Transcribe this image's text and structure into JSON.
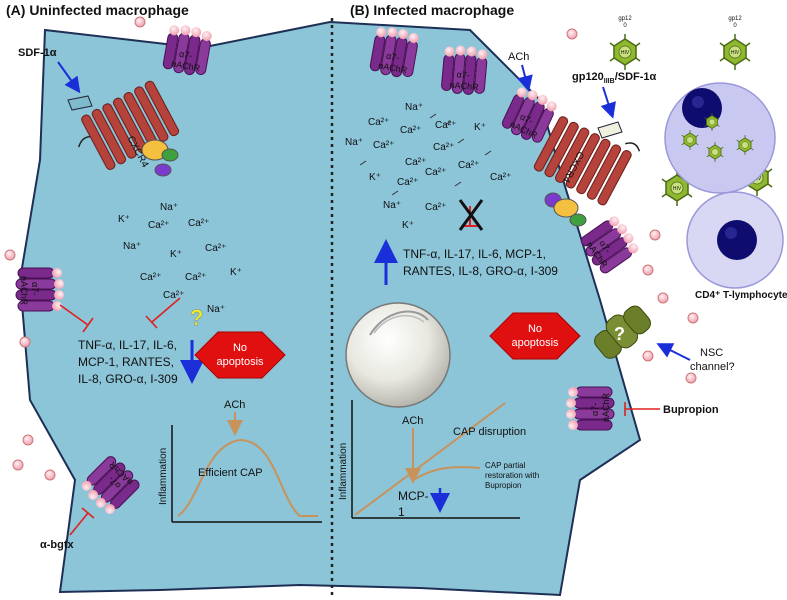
{
  "panel_a": {
    "title": "(A) Uninfected macrophage",
    "sdf_label": "SDF-1α",
    "receptor_cxcr4": "CXCR4",
    "nachr_label_1": "α7-",
    "nachr_label_2": "nAChR",
    "ions": [
      "Na⁺",
      "K⁺",
      "Ca²⁺",
      "Ca²⁺",
      "Na⁺",
      "K⁺",
      "Ca²⁺",
      "Ca²⁺",
      "Ca²⁺",
      "K⁺",
      "Ca²⁺",
      "Na⁺"
    ],
    "question": "?",
    "cytokines": [
      "TNF-α, IL-17, IL-6,",
      "MCP-1, RANTES,",
      "IL-8, GRO-α, I-309"
    ],
    "no_apoptosis": [
      "No",
      "apoptosis"
    ],
    "ach": "ACh",
    "inflammation_axis": "Inflammation",
    "cap_label": "Efficient CAP",
    "antagonist": "α-bgtx"
  },
  "panel_b": {
    "title": "(B) Infected macrophage",
    "ach_top": "ACh",
    "gp120_label": "gp120",
    "gp120_sub": "IIIB",
    "gp120_rest": "/SDF-1α",
    "receptor_cxcr4": "CXCR4",
    "nachr_label_1": "α7-",
    "nachr_label_2": "nAChR",
    "ions": [
      "Na⁺",
      "Ca²⁺",
      "Ca²⁺",
      "Na⁺",
      "Ca²⁺",
      "Ca²⁺",
      "K⁺",
      "Ca²⁺",
      "Ca²⁺",
      "K⁺",
      "Ca²⁺",
      "Ca²⁺",
      "Ca²⁺",
      "Ca²⁺",
      "Na⁺",
      "Ca²⁺",
      "K⁺"
    ],
    "cytokines": [
      "TNF-α, IL-17, IL-6, MCP-1,",
      "RANTES, IL-8, GRO-α, I-309"
    ],
    "no_apoptosis": [
      "No",
      "apoptosis"
    ],
    "question": "?",
    "nsc_label": [
      "NSC",
      "channel?"
    ],
    "bupropion": "Bupropion",
    "ach": "ACh",
    "inflammation_axis": "Inflammation",
    "cap_disruption": "CAP disruption",
    "cap_partial": [
      "CAP partial",
      "restoration with",
      "Bupropion"
    ],
    "mcp1": [
      "MCP-",
      "1"
    ],
    "virion_label_1": "gp12",
    "virion_label_2": "0",
    "virion_core": "HIV",
    "cd4_label": "CD4⁺ T-lymphocyte"
  },
  "colors": {
    "cell_fill": "#8cc4d8",
    "cell_stroke": "#1e2f55",
    "receptor_purple": "#7a2a8a",
    "receptor_pink": "#f5a9b8",
    "cxcr4_red": "#b5433c",
    "arrow_blue": "#1a2fd8",
    "inhibit_red": "#e02020",
    "hexagon_red": "#e01010",
    "yellow_q": "#f0f020",
    "nsc_green": "#6b7f2a",
    "curve_tan": "#c8935a",
    "virion_green": "#8fb830",
    "lymph_outer": "#c9c8f0",
    "lymph_nucleus": "#0e0c6e"
  }
}
